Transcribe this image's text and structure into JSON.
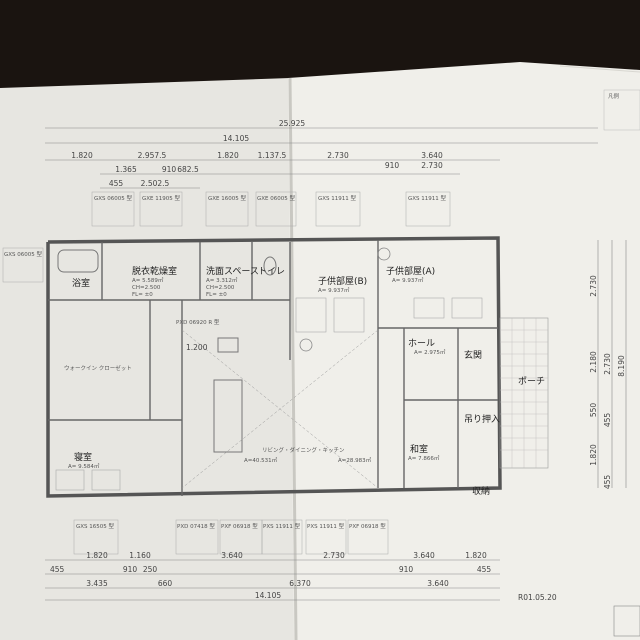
{
  "plan": {
    "rooms": {
      "bath": "浴室",
      "dressing": "脱衣乾燥室",
      "wash_space": "洗面スペース",
      "toilet": "トイレ",
      "kids_b": "子供部屋(B)",
      "kids_a": "子供部屋(A)",
      "hall": "ホール",
      "entrance": "玄関",
      "walk_in": "ウォークイン\nクローゼット",
      "bedroom": "寝室",
      "ldk": "リビング・ダイニング・キッチン",
      "washitsu": "和室",
      "closet": "吊り押入",
      "porch": "ポーチ",
      "storage_in": "収納",
      "pantry_label": "PXD 06920 R 型"
    },
    "areas": {
      "dressing": "A= 5.589㎡",
      "kids_b": "A= 9.937㎡",
      "kids_a": "A= 9.937㎡",
      "bedroom": "A= 9.584㎡",
      "ldk_a": "A=40.531㎡",
      "ldk_b": "A=28.983㎡",
      "washitsu": "A= 7.866㎡",
      "wash_space": "A= 3.312㎡",
      "hall": "A= 2.975㎡"
    },
    "ch": "CH=2.500",
    "fl": "FL= ±0",
    "top_total": "25.925",
    "top_dims": [
      "14.105",
      "1.820",
      "2.957.5",
      "1.820",
      "1.137.5",
      "2.730",
      "3.640"
    ],
    "top_dims2": [
      "1.365",
      "910",
      "682.5",
      "910",
      "2.730"
    ],
    "top_dims3": [
      "455",
      "2.502.5"
    ],
    "bottom_dims1": [
      "1.820",
      "1.160",
      "3.640",
      "2.730",
      "3.640",
      "1.820"
    ],
    "bottom_dims2": [
      "455",
      "910",
      "250",
      "910",
      "455"
    ],
    "bottom_dims3": [
      "3.435",
      "660",
      "6.370",
      "3.640"
    ],
    "bottom_total": "14.105",
    "right_dims": [
      "2.730",
      "2.180",
      "2.730",
      "8.190",
      "550",
      "455",
      "1.820",
      "455"
    ],
    "left_dim": "1.200",
    "date": "R01.05.20",
    "legend_title": "凡例",
    "window_labels": [
      "GXS 06005 型",
      "GXE 11905 型",
      "GXE 16005 型",
      "GXE 06005 型",
      "GXS 11911 型",
      "GXS 11911 型",
      "GXS 16505 型",
      "PXD 07418 型",
      "PXF 06918 型",
      "PXS 11911 型",
      "PXS 11911 型",
      "PXF 06918 型",
      "GXS 06005 型"
    ]
  }
}
